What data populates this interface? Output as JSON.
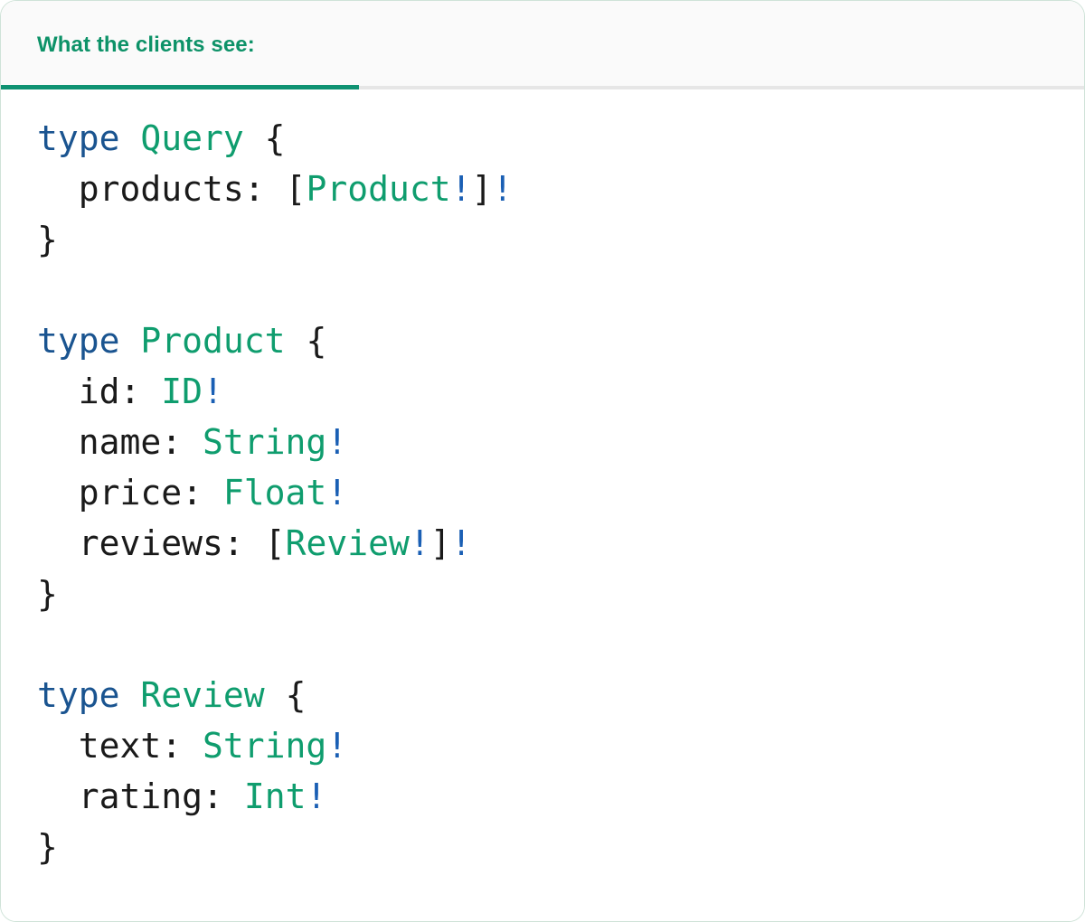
{
  "card": {
    "border_color": "#cfe3d8",
    "background": "#ffffff"
  },
  "header": {
    "background": "#fafafa",
    "accent_color": "#0d9268",
    "underline_color": "#0f9272",
    "rule_color": "#e6e6e6",
    "tabs": [
      {
        "label": "What the clients see:",
        "active": true
      }
    ]
  },
  "palette": {
    "keyword": "#1a5490",
    "type_name": "#0f9d6e",
    "non_null": "#1a5fb4",
    "punctuation": "#1a1a1a",
    "field": "#1a1a1a"
  },
  "code": {
    "language": "graphql",
    "lines": [
      {
        "tokens": [
          {
            "t": "type",
            "c": "kw"
          },
          {
            "t": " ",
            "c": "pun"
          },
          {
            "t": "Query",
            "c": "name"
          },
          {
            "t": " {",
            "c": "pun"
          }
        ]
      },
      {
        "tokens": [
          {
            "t": "  ",
            "c": "pun"
          },
          {
            "t": "products",
            "c": "fld"
          },
          {
            "t": ": [",
            "c": "pun"
          },
          {
            "t": "Product",
            "c": "name"
          },
          {
            "t": "!",
            "c": "bang"
          },
          {
            "t": "]",
            "c": "pun"
          },
          {
            "t": "!",
            "c": "bang"
          }
        ]
      },
      {
        "tokens": [
          {
            "t": "}",
            "c": "pun"
          }
        ]
      },
      {
        "tokens": []
      },
      {
        "tokens": [
          {
            "t": "type",
            "c": "kw"
          },
          {
            "t": " ",
            "c": "pun"
          },
          {
            "t": "Product",
            "c": "name"
          },
          {
            "t": " {",
            "c": "pun"
          }
        ]
      },
      {
        "tokens": [
          {
            "t": "  ",
            "c": "pun"
          },
          {
            "t": "id",
            "c": "fld"
          },
          {
            "t": ": ",
            "c": "pun"
          },
          {
            "t": "ID",
            "c": "name"
          },
          {
            "t": "!",
            "c": "bang"
          }
        ]
      },
      {
        "tokens": [
          {
            "t": "  ",
            "c": "pun"
          },
          {
            "t": "name",
            "c": "fld"
          },
          {
            "t": ": ",
            "c": "pun"
          },
          {
            "t": "String",
            "c": "name"
          },
          {
            "t": "!",
            "c": "bang"
          }
        ]
      },
      {
        "tokens": [
          {
            "t": "  ",
            "c": "pun"
          },
          {
            "t": "price",
            "c": "fld"
          },
          {
            "t": ": ",
            "c": "pun"
          },
          {
            "t": "Float",
            "c": "name"
          },
          {
            "t": "!",
            "c": "bang"
          }
        ]
      },
      {
        "tokens": [
          {
            "t": "  ",
            "c": "pun"
          },
          {
            "t": "reviews",
            "c": "fld"
          },
          {
            "t": ": [",
            "c": "pun"
          },
          {
            "t": "Review",
            "c": "name"
          },
          {
            "t": "!",
            "c": "bang"
          },
          {
            "t": "]",
            "c": "pun"
          },
          {
            "t": "!",
            "c": "bang"
          }
        ]
      },
      {
        "tokens": [
          {
            "t": "}",
            "c": "pun"
          }
        ]
      },
      {
        "tokens": []
      },
      {
        "tokens": [
          {
            "t": "type",
            "c": "kw"
          },
          {
            "t": " ",
            "c": "pun"
          },
          {
            "t": "Review",
            "c": "name"
          },
          {
            "t": " {",
            "c": "pun"
          }
        ]
      },
      {
        "tokens": [
          {
            "t": "  ",
            "c": "pun"
          },
          {
            "t": "text",
            "c": "fld"
          },
          {
            "t": ": ",
            "c": "pun"
          },
          {
            "t": "String",
            "c": "name"
          },
          {
            "t": "!",
            "c": "bang"
          }
        ]
      },
      {
        "tokens": [
          {
            "t": "  ",
            "c": "pun"
          },
          {
            "t": "rating",
            "c": "fld"
          },
          {
            "t": ": ",
            "c": "pun"
          },
          {
            "t": "Int",
            "c": "name"
          },
          {
            "t": "!",
            "c": "bang"
          }
        ]
      },
      {
        "tokens": [
          {
            "t": "}",
            "c": "pun"
          }
        ]
      }
    ]
  }
}
